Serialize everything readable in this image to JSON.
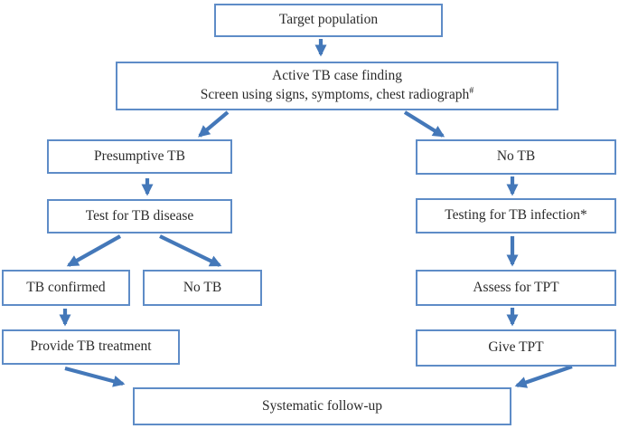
{
  "colors": {
    "accent": "#4478b9",
    "node_border": "#5e8cc7",
    "text": "#2b2b2b",
    "background": "#ffffff"
  },
  "nodes": {
    "target_population": {
      "label": "Target population"
    },
    "screening": {
      "line1": "Active TB case finding",
      "line2": "Screen using signs, symptoms, chest radiograph",
      "line2_superscript": "#"
    },
    "presumptive_tb": {
      "label": "Presumptive TB"
    },
    "test_tb_disease": {
      "label": "Test for TB disease"
    },
    "tb_confirmed": {
      "label": "TB confirmed"
    },
    "no_tb_after_test": {
      "label": "No TB"
    },
    "provide_tb_treatment": {
      "label": "Provide TB treatment"
    },
    "no_tb_after_screen": {
      "label": "No TB"
    },
    "testing_tb_infection": {
      "label": "Testing for TB infection*"
    },
    "assess_for_tpt": {
      "label": "Assess for TPT"
    },
    "give_tpt": {
      "label": "Give TPT"
    },
    "systematic_followup": {
      "label": "Systematic follow-up"
    }
  },
  "edges": [
    {
      "from": "Target population",
      "to": "Active TB case finding"
    },
    {
      "from": "Active TB case finding",
      "to": "Presumptive TB"
    },
    {
      "from": "Active TB case finding",
      "to": "No TB"
    },
    {
      "from": "Presumptive TB",
      "to": "Test for TB disease"
    },
    {
      "from": "Test for TB disease",
      "to": "TB confirmed"
    },
    {
      "from": "Test for TB disease",
      "to": "No TB"
    },
    {
      "from": "TB confirmed",
      "to": "Provide TB treatment"
    },
    {
      "from": "No TB",
      "to": "Testing for TB infection*"
    },
    {
      "from": "Testing for TB infection*",
      "to": "Assess for TPT"
    },
    {
      "from": "Assess for TPT",
      "to": "Give TPT"
    },
    {
      "from": "Provide TB treatment",
      "to": "Systematic follow-up"
    },
    {
      "from": "Give TPT",
      "to": "Systematic follow-up"
    }
  ]
}
